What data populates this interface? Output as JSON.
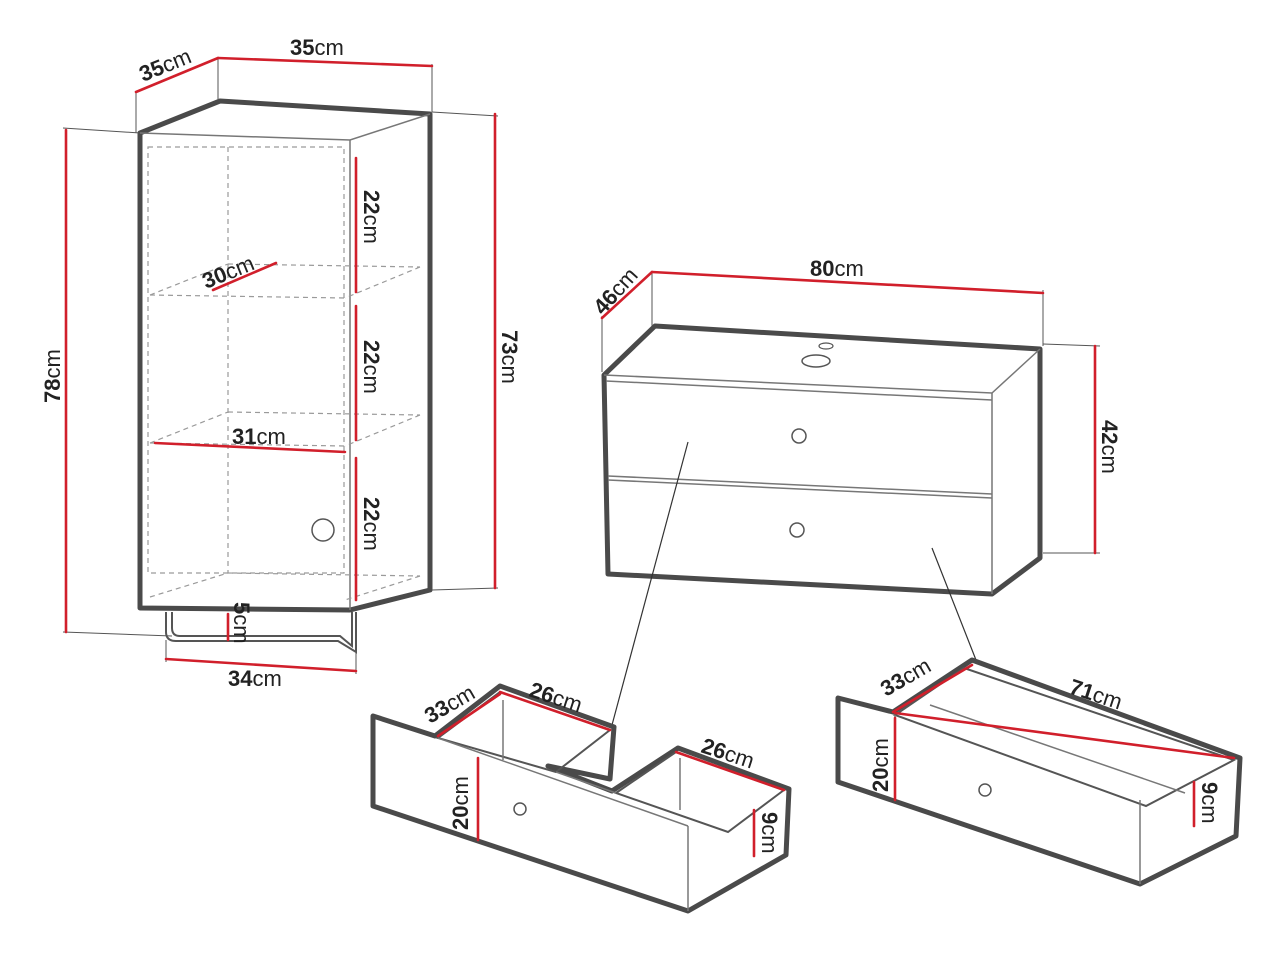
{
  "cabinet": {
    "depth": {
      "value": "35",
      "unit": "cm"
    },
    "width": {
      "value": "35",
      "unit": "cm"
    },
    "total_height": {
      "value": "78",
      "unit": "cm"
    },
    "body_height": {
      "value": "73",
      "unit": "cm"
    },
    "shelf_gap_1": {
      "value": "22",
      "unit": "cm"
    },
    "shelf_gap_2": {
      "value": "22",
      "unit": "cm"
    },
    "shelf_gap_3": {
      "value": "22",
      "unit": "cm"
    },
    "shelf_depth": {
      "value": "30",
      "unit": "cm"
    },
    "shelf_width": {
      "value": "31",
      "unit": "cm"
    },
    "leg_height": {
      "value": "5",
      "unit": "cm"
    },
    "base_width": {
      "value": "34",
      "unit": "cm"
    }
  },
  "vanity": {
    "depth": {
      "value": "46",
      "unit": "cm"
    },
    "width": {
      "value": "80",
      "unit": "cm"
    },
    "height": {
      "value": "42",
      "unit": "cm"
    }
  },
  "small_drawer": {
    "depth": {
      "value": "33",
      "unit": "cm"
    },
    "width_left": {
      "value": "26",
      "unit": "cm"
    },
    "width_right": {
      "value": "26",
      "unit": "cm"
    },
    "front_height": {
      "value": "20",
      "unit": "cm"
    },
    "side_height": {
      "value": "9",
      "unit": "cm"
    }
  },
  "large_drawer": {
    "depth": {
      "value": "33",
      "unit": "cm"
    },
    "width": {
      "value": "71",
      "unit": "cm"
    },
    "front_height": {
      "value": "20",
      "unit": "cm"
    },
    "side_height": {
      "value": "9",
      "unit": "cm"
    }
  }
}
